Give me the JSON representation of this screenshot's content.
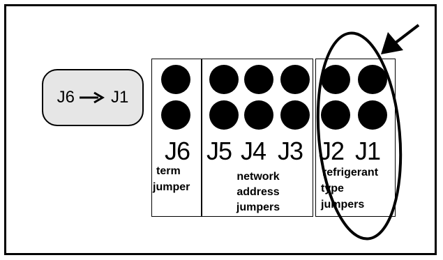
{
  "legend": {
    "from": "J6",
    "to": "J1"
  },
  "blocks": {
    "term": {
      "jumper_label": "J6",
      "caption_lines": [
        "term",
        "jumper"
      ]
    },
    "network": {
      "jumper_labels": [
        "J5",
        "J4",
        "J3"
      ],
      "caption_lines": [
        "network",
        "address",
        "jumpers"
      ]
    },
    "refrigerant": {
      "jumper_labels": [
        "J2",
        "J1"
      ],
      "caption_lines": [
        "refrigerant",
        "type",
        "jumpers"
      ]
    }
  }
}
